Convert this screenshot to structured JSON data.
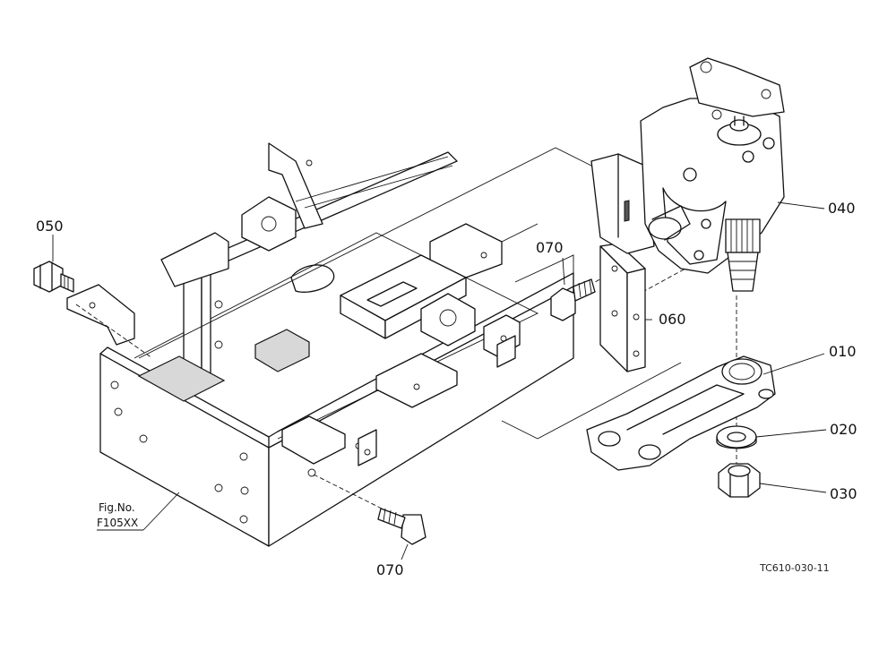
{
  "callouts": {
    "p010": "010",
    "p020": "020",
    "p030": "030",
    "p040": "040",
    "p050": "050",
    "p060": "060",
    "p070_upper": "070",
    "p070_lower": "070"
  },
  "figure_ref": {
    "label": "Fig.No.",
    "number": "F105XX"
  },
  "drawing_code": "TC610-030-11"
}
